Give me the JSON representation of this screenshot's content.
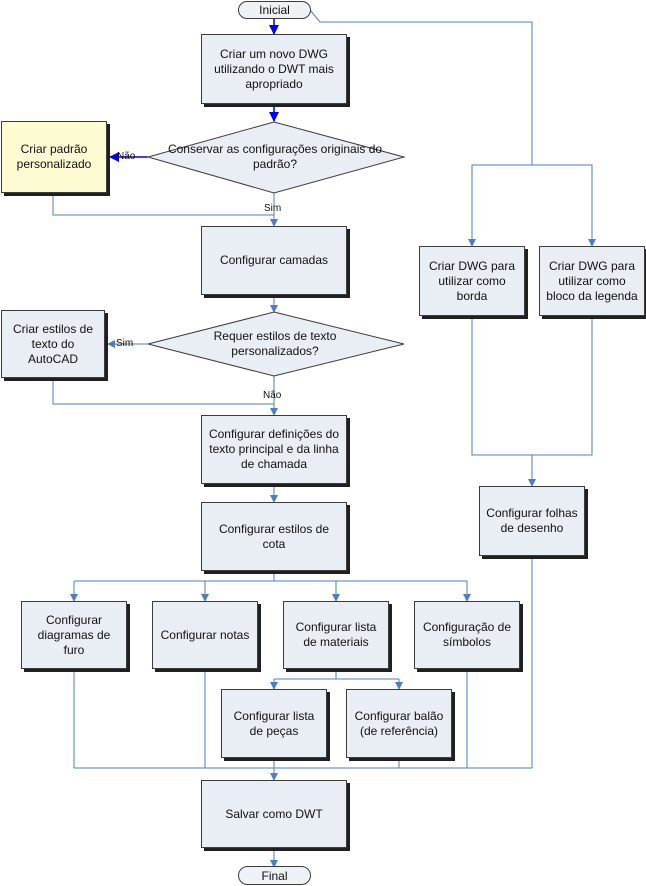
{
  "terminals": {
    "start": "Inicial",
    "end": "Final"
  },
  "nodes": {
    "criar_dwg": "Criar um novo DWG utilizando o DWT mais apropriado",
    "conservar": "Conservar as configurações originais do padrão?",
    "criar_padrao": "Criar padrão personalizado",
    "configurar_camadas": "Configurar camadas",
    "requer_estilos": "Requer estilos de texto personalizados?",
    "criar_estilos_texto": "Criar estilos de texto do  AutoCAD",
    "config_texto": "Configurar definições do texto principal e da linha de chamada",
    "config_cota": "Configurar estilos de cota",
    "config_diagramas": "Configurar diagramas de furo",
    "config_notas": "Configurar notas",
    "config_lista_materiais": "Configurar lista de materiais",
    "config_simbolos": "Configuração de símbolos",
    "config_lista_pecas": "Configurar lista de peças",
    "config_balao": "Configurar balão (de referência)",
    "salvar_dwt": "Salvar como DWT",
    "criar_borda": "Criar DWG para utilizar como borda",
    "criar_bloco": "Criar DWG para utilizar como bloco da legenda",
    "config_folhas": "Configurar folhas de desenho"
  },
  "labels": {
    "nao_1": "Não",
    "sim_1": "Sim",
    "sim_2": "Sim",
    "nao_2": "Não"
  },
  "colors": {
    "connector": "#4f7fbf",
    "highlight_arrow": "#0000ee",
    "box_fill": "#e9edf4",
    "highlight_fill": "#fdfbd2"
  }
}
